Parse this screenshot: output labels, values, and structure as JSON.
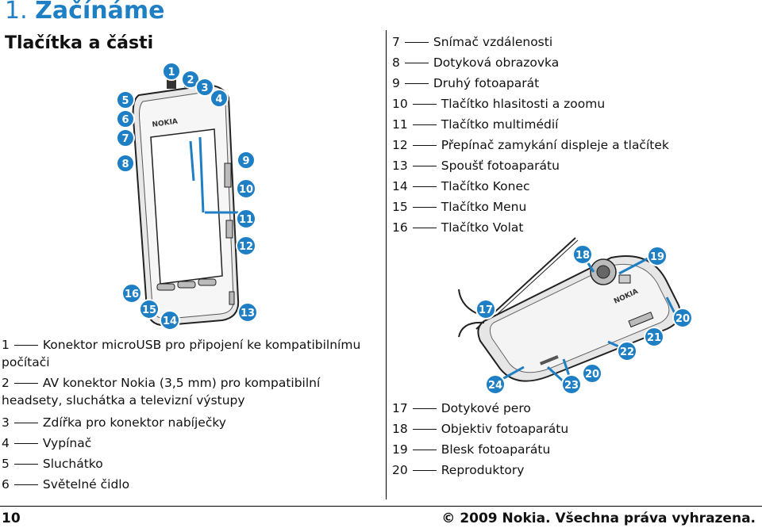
{
  "header": {
    "chapter_number": "1.",
    "chapter_title": "Začínáme",
    "section_title": "Tlačítka a části"
  },
  "front_parts": [
    {
      "num": "1",
      "label": "Konektor microUSB pro připojení ke kompatibilnímu počítači"
    },
    {
      "num": "2",
      "label": "AV konektor Nokia (3,5 mm) pro kompatibilní headsety, sluchátka a televizní výstupy"
    },
    {
      "num": "3",
      "label": "Zdířka pro konektor nabíječky"
    },
    {
      "num": "4",
      "label": "Vypínač"
    },
    {
      "num": "5",
      "label": "Sluchátko"
    },
    {
      "num": "6",
      "label": "Světelné čidlo"
    },
    {
      "num": "7",
      "label": "Snímač vzdálenosti"
    },
    {
      "num": "8",
      "label": "Dotyková obrazovka"
    },
    {
      "num": "9",
      "label": "Druhý fotoaparát"
    },
    {
      "num": "10",
      "label": "Tlačítko hlasitosti a zoomu"
    },
    {
      "num": "11",
      "label": "Tlačítko multimédií"
    },
    {
      "num": "12",
      "label": "Přepínač zamykání displeje a tlačítek"
    },
    {
      "num": "13",
      "label": "Spoušť fotoaparátu"
    },
    {
      "num": "14",
      "label": "Tlačítko Konec"
    },
    {
      "num": "15",
      "label": "Tlačítko Menu"
    },
    {
      "num": "16",
      "label": "Tlačítko Volat"
    }
  ],
  "back_parts": [
    {
      "num": "17",
      "label": "Dotykové pero"
    },
    {
      "num": "18",
      "label": "Objektiv fotoaparátu"
    },
    {
      "num": "19",
      "label": "Blesk fotoaparátu"
    },
    {
      "num": "20",
      "label": "Reproduktory"
    }
  ],
  "phone_brand": "NOKIA",
  "footer": {
    "page_number": "10",
    "copyright": "© 2009 Nokia. Všechna práva vyhrazena."
  },
  "colors": {
    "accent": "#1e7fc4",
    "text": "#111111"
  }
}
